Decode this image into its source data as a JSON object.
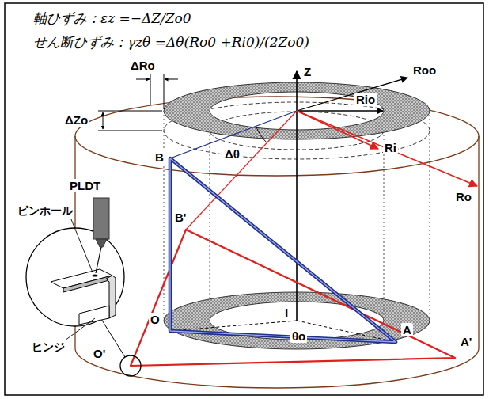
{
  "diagram": {
    "labels": [
      "軸ひずみ：εz =−ΔZ/Zo0",
      "せん断ひずみ：γzθ =Δθ(Ro0 +Ri0)/(2Zo0)",
      "ΔRo",
      "ΔZo",
      "Z",
      "Roo",
      "Rio",
      "Ro",
      "Ri",
      "Δθ",
      "B",
      "B'",
      "PLDT",
      "ピンホール",
      "ヒンジ",
      "O",
      "O'",
      "I",
      "θo",
      "A",
      "A'"
    ]
  }
}
